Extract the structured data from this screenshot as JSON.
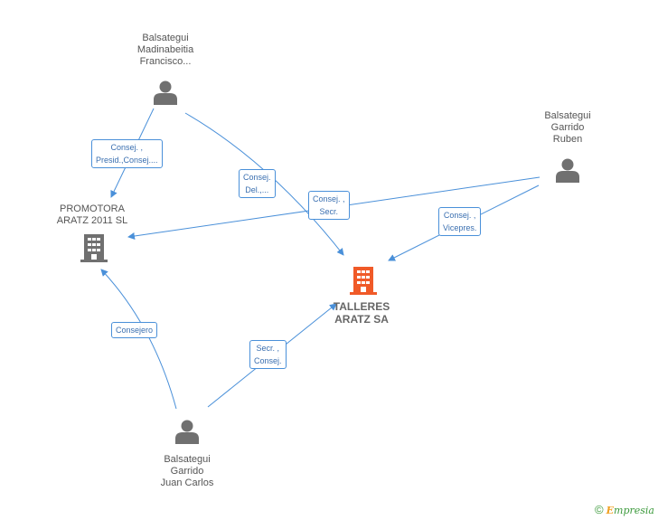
{
  "nodes": {
    "francisco": {
      "lines": [
        "Balsategui",
        "Madinabeitia",
        "Francisco..."
      ],
      "type": "person"
    },
    "ruben": {
      "lines": [
        "Balsategui",
        "Garrido",
        "Ruben"
      ],
      "type": "person"
    },
    "juan_carlos": {
      "lines": [
        "Balsategui",
        "Garrido",
        "Juan Carlos"
      ],
      "type": "person"
    },
    "promotora": {
      "lines": [
        "PROMOTORA",
        "ARATZ 2011 SL"
      ],
      "type": "company"
    },
    "talleres": {
      "lines": [
        "TALLERES",
        "ARATZ SA"
      ],
      "type": "company-main"
    }
  },
  "edges": {
    "francisco_promotora": {
      "lines": [
        "Consej. ,",
        "Presid.,Consej...."
      ]
    },
    "francisco_talleres": {
      "lines": [
        "Consej.",
        "Del.,..."
      ]
    },
    "ruben_promotora": {
      "lines": [
        "Consej. ,",
        "Secr."
      ]
    },
    "ruben_talleres": {
      "lines": [
        "Consej. ,",
        "Vicepres."
      ]
    },
    "juan_promotora": {
      "lines": [
        "Consejero"
      ]
    },
    "juan_talleres": {
      "lines": [
        "Secr. ,",
        "Consej."
      ]
    }
  },
  "colors": {
    "edge": "#4a90d9",
    "person_icon": "#707070",
    "company_icon": "#707070",
    "main_company_icon": "#f05a28"
  },
  "footer": {
    "copyright": "©",
    "brand_initial": "E",
    "brand_rest": "mpresia"
  }
}
